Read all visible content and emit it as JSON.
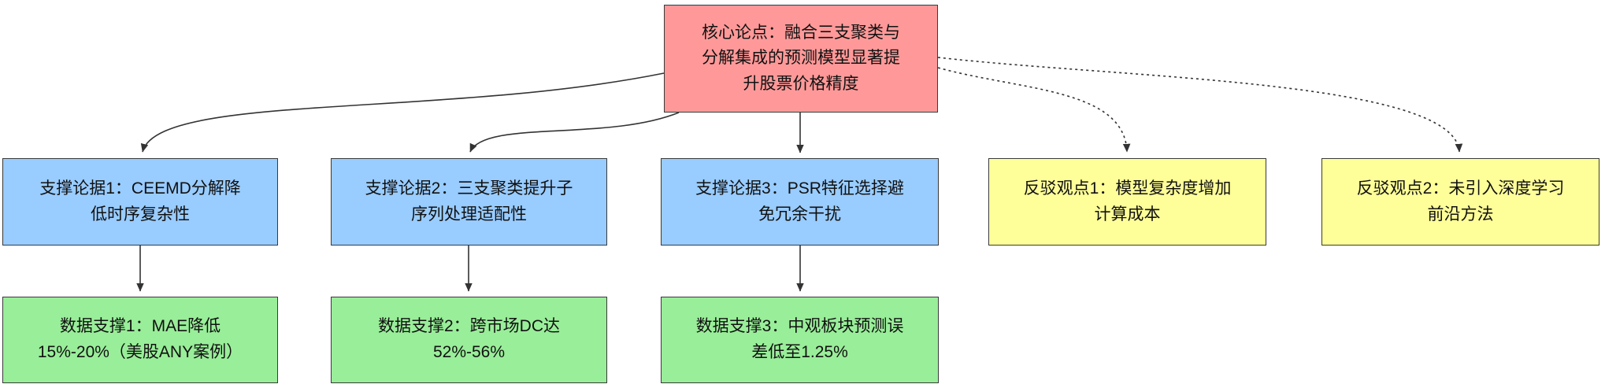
{
  "diagram": {
    "type": "argument-map-flowchart",
    "nodes": {
      "core": {
        "id": "core",
        "role": "core-claim",
        "label": "核心论点：融合三支聚类与分解集成的预测模型显著提升股票价格精度",
        "fill": "#ff9999"
      },
      "support1": {
        "id": "support1",
        "role": "supporting-argument",
        "label": "支撑论据1：CEEMD分解降低时序复杂性",
        "fill": "#99ccff"
      },
      "support2": {
        "id": "support2",
        "role": "supporting-argument",
        "label": "支撑论据2：三支聚类提升子序列处理适配性",
        "fill": "#99ccff"
      },
      "support3": {
        "id": "support3",
        "role": "supporting-argument",
        "label": "支撑论据3：PSR特征选择避免冗余干扰",
        "fill": "#99ccff"
      },
      "rebuttal1": {
        "id": "rebuttal1",
        "role": "counter-argument",
        "label": "反驳观点1：模型复杂度增加计算成本",
        "fill": "#ffff99"
      },
      "rebuttal2": {
        "id": "rebuttal2",
        "role": "counter-argument",
        "label": "反驳观点2：未引入深度学习前沿方法",
        "fill": "#ffff99"
      },
      "data1": {
        "id": "data1",
        "role": "data-evidence",
        "label": "数据支撑1：MAE降低15%-20%（美股ANY案例）",
        "fill": "#99ee99"
      },
      "data2": {
        "id": "data2",
        "role": "data-evidence",
        "label": "数据支撑2：跨市场DC达52%-56%",
        "fill": "#99ee99"
      },
      "data3": {
        "id": "data3",
        "role": "data-evidence",
        "label": "数据支撑3：中观板块预测误差低至1.25%",
        "fill": "#99ee99"
      }
    },
    "edges": [
      {
        "from": "core",
        "to": "support1",
        "style": "solid"
      },
      {
        "from": "core",
        "to": "support2",
        "style": "solid"
      },
      {
        "from": "core",
        "to": "support3",
        "style": "solid"
      },
      {
        "from": "core",
        "to": "rebuttal1",
        "style": "dotted"
      },
      {
        "from": "core",
        "to": "rebuttal2",
        "style": "dotted"
      },
      {
        "from": "support1",
        "to": "data1",
        "style": "solid"
      },
      {
        "from": "support2",
        "to": "data2",
        "style": "solid"
      },
      {
        "from": "support3",
        "to": "data3",
        "style": "solid"
      }
    ],
    "colors": {
      "core_fill": "#ff9999",
      "support_fill": "#99ccff",
      "rebuttal_fill": "#ffff99",
      "data_fill": "#99ee99",
      "node_border": "#3a3a3a",
      "edge_stroke": "#333333",
      "text": "#111111",
      "background": "#ffffff"
    }
  }
}
